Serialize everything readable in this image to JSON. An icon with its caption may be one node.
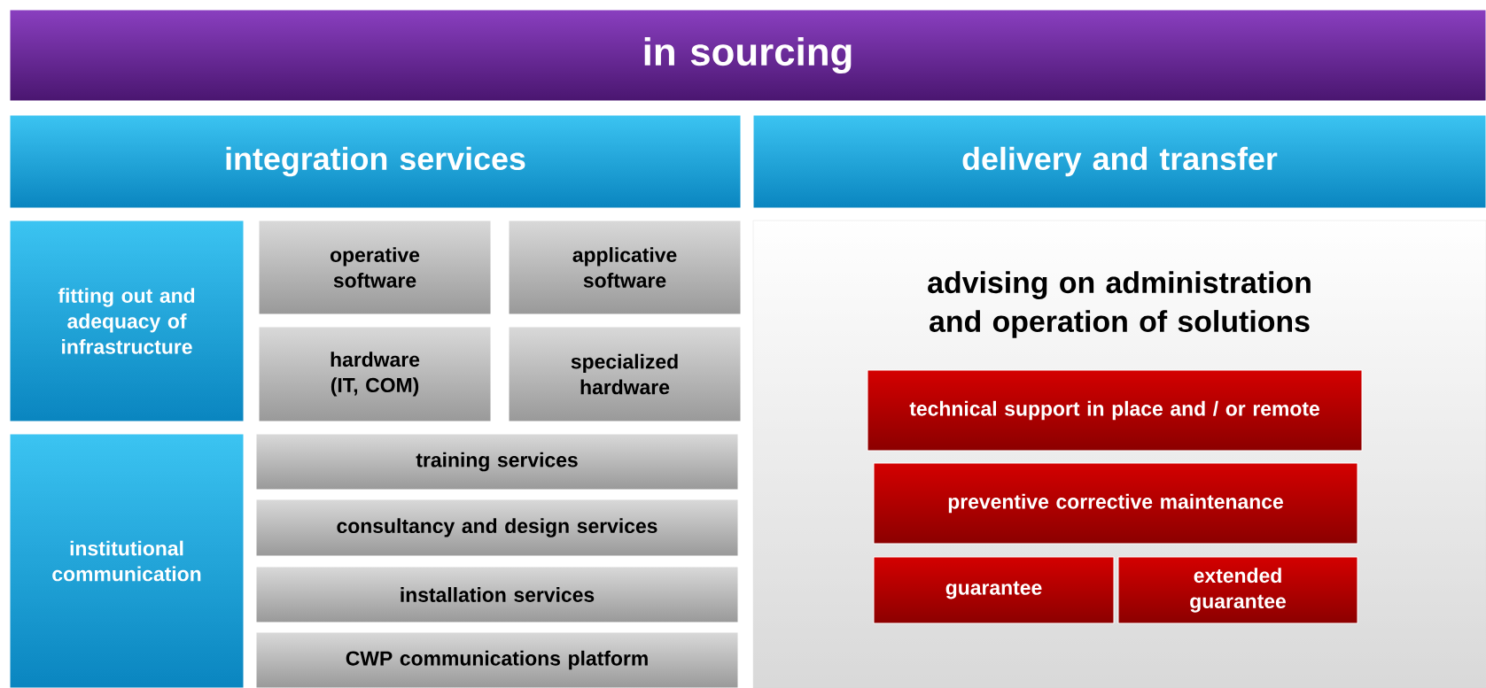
{
  "diagram": {
    "nodes": [
      {
        "text": [
          "in sourcing"
        ]
      },
      {
        "text": [
          "integration services"
        ]
      },
      {
        "text": [
          "delivery and transfer"
        ]
      },
      {
        "text": [
          "fitting out and adequacy of infrastructure"
        ]
      },
      {
        "text": [
          "operative software"
        ]
      },
      {
        "text": [
          "applicative software"
        ]
      },
      {
        "text": [
          "hardware (IT, COM)"
        ]
      },
      {
        "text": [
          "specialized hardware"
        ]
      },
      {
        "text": [
          "institutional communication"
        ]
      },
      {
        "text": [
          "training services"
        ]
      },
      {
        "text": [
          "consultancy and design services"
        ]
      },
      {
        "text": [
          "installation services"
        ]
      },
      {
        "text": [
          "CWP communications platform"
        ]
      },
      {
        "text": [
          "advising on administration and operation of solutions"
        ]
      },
      {
        "text": [
          "technical support in place and / or remote"
        ],
        "in": 13
      },
      {
        "text": [
          "preventive corrective maintenance"
        ],
        "in": 13
      },
      {
        "text": [
          "guarantee"
        ],
        "in": 13
      },
      {
        "text": [
          "extended guarantee"
        ],
        "in": 13
      }
    ],
    "edges": []
  }
}
